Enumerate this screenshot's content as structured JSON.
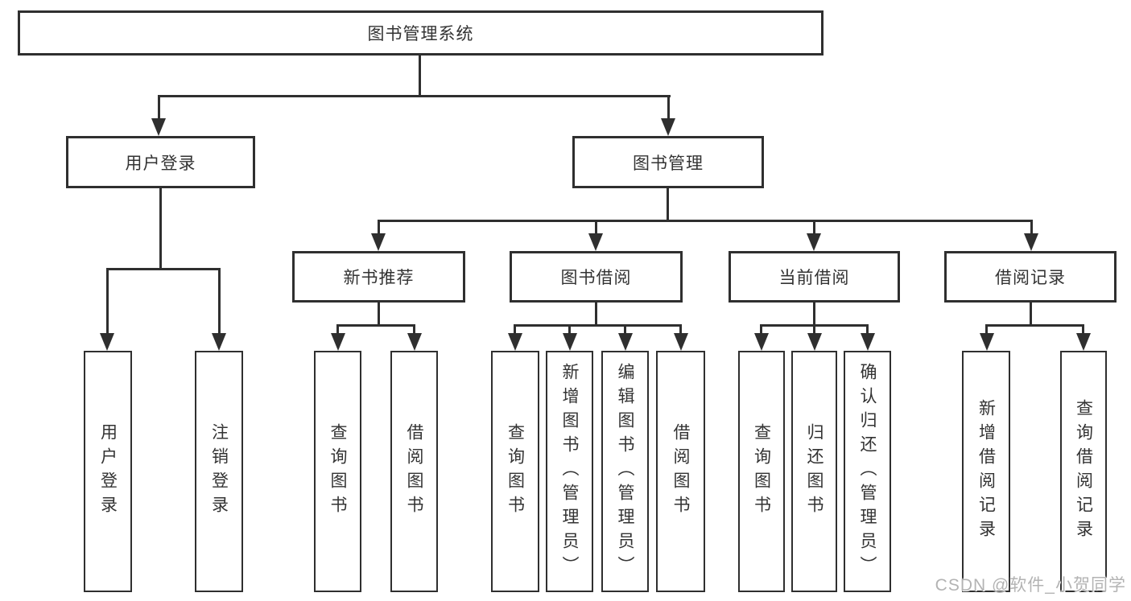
{
  "tree": {
    "label": "图书管理系统",
    "children": [
      {
        "label": "用户登录",
        "children": [
          {
            "label": "用户登录"
          },
          {
            "label": "注销登录"
          }
        ]
      },
      {
        "label": "图书管理",
        "children": [
          {
            "label": "新书推荐",
            "children": [
              {
                "label": "查询图书"
              },
              {
                "label": "借阅图书"
              }
            ]
          },
          {
            "label": "图书借阅",
            "children": [
              {
                "label": "查询图书"
              },
              {
                "label": "新增图书（管理员）"
              },
              {
                "label": "编辑图书（管理员）"
              },
              {
                "label": "借阅图书"
              }
            ]
          },
          {
            "label": "当前借阅",
            "children": [
              {
                "label": "查询图书"
              },
              {
                "label": "归还图书"
              },
              {
                "label": "确认归还（管理员）"
              }
            ]
          },
          {
            "label": "借阅记录",
            "children": [
              {
                "label": "新增借阅记录"
              },
              {
                "label": "查询借阅记录"
              }
            ]
          }
        ]
      }
    ]
  },
  "watermark": {
    "text": "CSDN @软件_小贺同学"
  },
  "colors": {
    "line": "#2f2f2f",
    "text": "#333333",
    "background": "#ffffff",
    "watermark": "#b3b3b3"
  }
}
